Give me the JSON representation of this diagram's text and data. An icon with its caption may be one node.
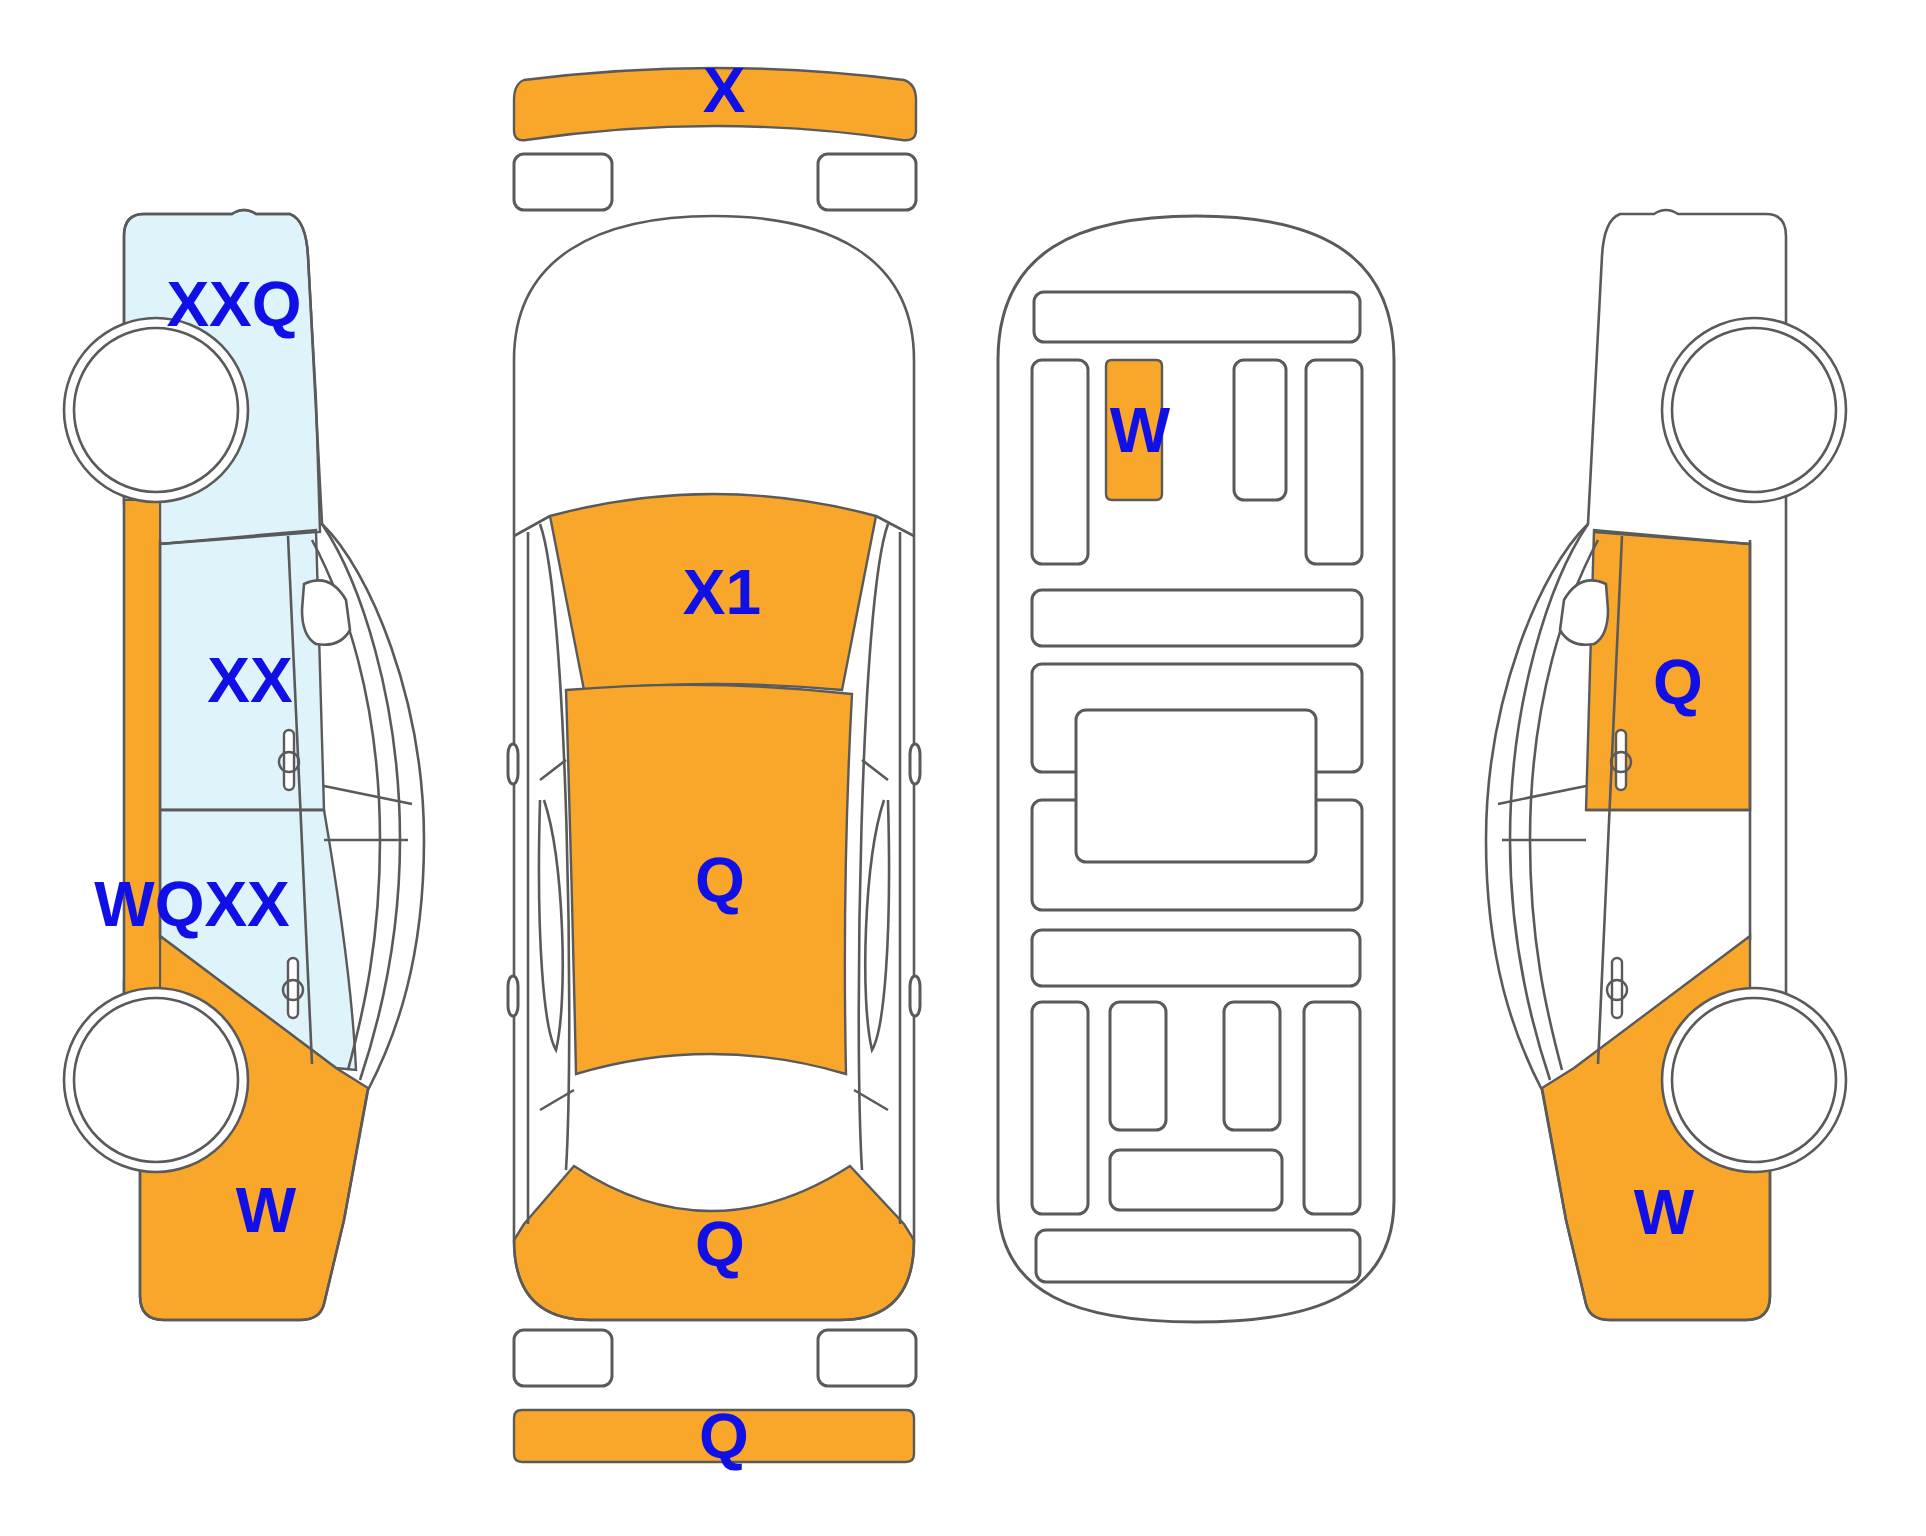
{
  "diagram": {
    "nodes": [
      {
        "text": [
          "X"
        ]
      },
      {
        "text": [
          "XXQ"
        ]
      },
      {
        "text": [
          "W"
        ]
      },
      {
        "text": [
          "X1"
        ]
      },
      {
        "text": [
          "XX"
        ]
      },
      {
        "text": [
          "Q"
        ]
      },
      {
        "text": [
          "Q"
        ]
      },
      {
        "text": [
          "WQXX"
        ]
      },
      {
        "text": [
          "W"
        ]
      },
      {
        "text": [
          "W"
        ]
      },
      {
        "text": [
          "Q"
        ]
      },
      {
        "text": [
          "Q"
        ]
      }
    ]
  }
}
